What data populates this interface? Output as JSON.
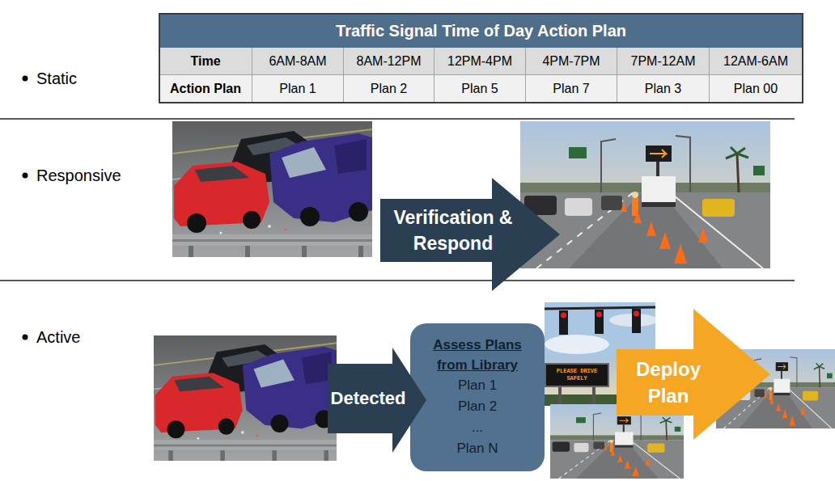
{
  "diagram": {
    "nodes": [
      {
        "text": [
          "Verification & Respond"
        ]
      },
      {
        "text": [
          "Detected"
        ]
      },
      {
        "text": [
          "Assess Plans from Library",
          "Plan 1",
          "Plan 2",
          "...",
          "Plan N"
        ]
      },
      {
        "text": [
          "Deploy Plan"
        ]
      }
    ],
    "labels": [
      "Static",
      "Responsive",
      "Active",
      "Traffic Signal Time of Day Action Plan",
      "Time",
      "6AM-8AM",
      "8AM-12PM",
      "12PM-4PM",
      "4PM-7PM",
      "7PM-12AM",
      "12AM-6AM",
      "Action Plan",
      "Plan 1",
      "Plan 2",
      "Plan 5",
      "Plan 7",
      "Plan 3",
      "Plan 00",
      "PLEASE DRIVE SAFELY"
    ]
  }
}
